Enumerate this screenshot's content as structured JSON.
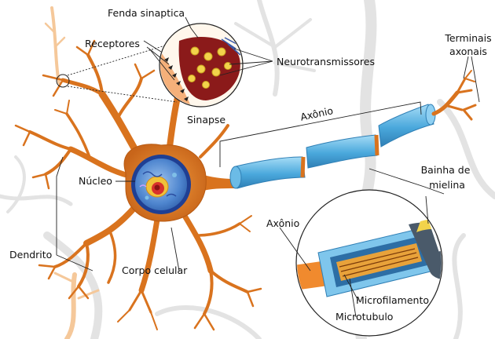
{
  "diagram": {
    "labels": {
      "fenda_sinaptica": "Fenda sinaptica",
      "receptores": "Receptores",
      "neurotransmissores": "Neurotransmissores",
      "sinapse": "Sinapse",
      "axonio_top": "Axônio",
      "terminais_line1": "Terminais",
      "terminais_line2": "axonais",
      "bainha_line1": "Bainha de",
      "bainha_line2": "mielina",
      "nucleo": "Núcleo",
      "axonio_inset": "Axônio",
      "dendrito": "Dendrito",
      "corpo_celular": "Corpo celular",
      "microfilamento": "Microfilamento",
      "microtubulo": "Microtubulo"
    },
    "colors": {
      "neuron": "#d9731e",
      "neuron_dark": "#b85a12",
      "myelin": "#4aa8dc",
      "myelin_light": "#8fd0f2",
      "nucleus_outer": "#1f3f93",
      "nucleus_inner": "#5b95d6",
      "nucleolus": "#d8322b",
      "synapse_fill": "#8b1a1a",
      "vesicle": "#f2d34b",
      "background_neuron": "#e6e6e6"
    }
  }
}
